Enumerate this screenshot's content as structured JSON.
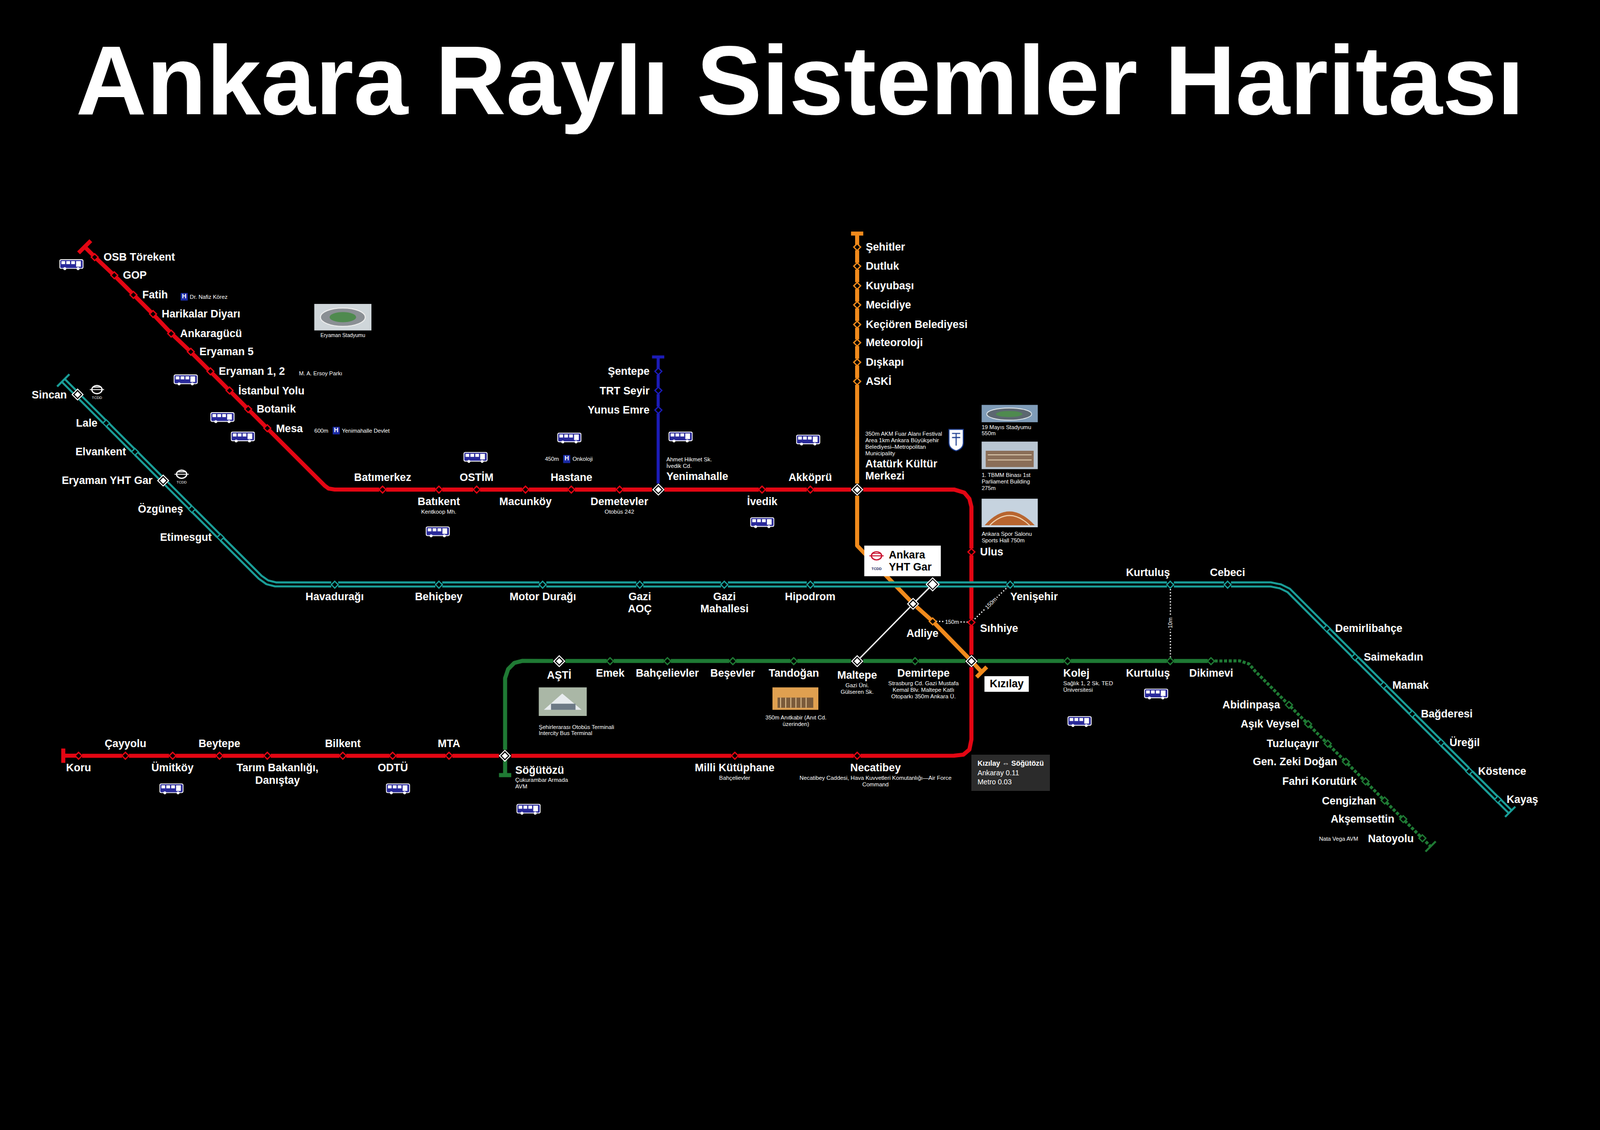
{
  "diagram": {
    "title": "Ankara Raylı Sistemler Haritası",
    "nodes": [
      {
        "text": [
          "OSB Törekent"
        ]
      },
      {
        "text": [
          "GOP"
        ]
      },
      {
        "text": [
          "Fatih"
        ]
      },
      {
        "text": [
          "Harikalar Diyarı"
        ]
      },
      {
        "text": [
          "Ankaragücü"
        ]
      },
      {
        "text": [
          "Eryaman 5"
        ]
      },
      {
        "text": [
          "Eryaman 1, 2"
        ]
      },
      {
        "text": [
          "İstanbul Yolu"
        ]
      },
      {
        "text": [
          "Botanik"
        ]
      },
      {
        "text": [
          "Mesa"
        ]
      },
      {
        "text": [
          "Batımerkez"
        ]
      },
      {
        "text": [
          "Batıkent",
          "Kentkoop Mh."
        ]
      },
      {
        "text": [
          "OSTİM"
        ]
      },
      {
        "text": [
          "Macunköy"
        ]
      },
      {
        "text": [
          "Hastane"
        ]
      },
      {
        "text": [
          "Demetevler",
          "Otobüs 242"
        ]
      },
      {
        "text": [
          "Yenimahalle",
          "Ahmet Hikmet Sk. İvedik Cd."
        ]
      },
      {
        "text": [
          "İvedik"
        ]
      },
      {
        "text": [
          "Akköprü"
        ]
      },
      {
        "text": [
          "Atatürk Kültür Merkezi",
          "350m AKM Fuar Alanı Festival Area 1km Ankara Büyükşehir Belediyesi–Metropolitan Municipality"
        ]
      },
      {
        "text": [
          "Ulus"
        ]
      },
      {
        "text": [
          "Sıhhiye"
        ]
      },
      {
        "text": [
          "Kızılay"
        ]
      },
      {
        "text": [
          "Necatibey",
          "Necatibey Caddesi, Hava Kuvvetleri Komutanlığı—Air Force Command"
        ]
      },
      {
        "text": [
          "Milli Kütüphane",
          "Bahçelievler"
        ]
      },
      {
        "text": [
          "Söğütözü",
          "Çukurambar Armada AVM"
        ]
      },
      {
        "text": [
          "MTA"
        ]
      },
      {
        "text": [
          "ODTÜ"
        ]
      },
      {
        "text": [
          "Bilkent"
        ]
      },
      {
        "text": [
          "Tarım Bakanlığı, Danıştay"
        ]
      },
      {
        "text": [
          "Beytepe"
        ]
      },
      {
        "text": [
          "Ümitköy"
        ]
      },
      {
        "text": [
          "Çayyolu"
        ]
      },
      {
        "text": [
          "Koru"
        ]
      },
      {
        "text": [
          "Şentepe"
        ]
      },
      {
        "text": [
          "TRT Seyir"
        ]
      },
      {
        "text": [
          "Yunus Emre"
        ]
      },
      {
        "text": [
          "Şehitler"
        ]
      },
      {
        "text": [
          "Dutluk"
        ]
      },
      {
        "text": [
          "Kuyubaşı"
        ]
      },
      {
        "text": [
          "Mecidiye"
        ]
      },
      {
        "text": [
          "Keçiören Belediyesi"
        ]
      },
      {
        "text": [
          "Meteoroloji"
        ]
      },
      {
        "text": [
          "Dışkapı"
        ]
      },
      {
        "text": [
          "ASKİ"
        ]
      },
      {
        "text": [
          "Ankara YHT Gar"
        ]
      },
      {
        "text": [
          "Adliye"
        ]
      },
      {
        "text": [
          "AŞTİ"
        ]
      },
      {
        "text": [
          "Emek"
        ]
      },
      {
        "text": [
          "Bahçelievler"
        ]
      },
      {
        "text": [
          "Beşevler"
        ]
      },
      {
        "text": [
          "Tandoğan"
        ]
      },
      {
        "text": [
          "Maltepe",
          "Gazi Üni. Gülseren Sk."
        ]
      },
      {
        "text": [
          "Demirtepe",
          "Strasburg Cd. Gazi Mustafa Kemal Blv. Maltepe Katlı Otoparkı 350m Ankara Ü."
        ]
      },
      {
        "text": [
          "Kolej",
          "Sağlık 1, 2 Sk. TED Üniversitesi"
        ]
      },
      {
        "text": [
          "Kurtuluş"
        ]
      },
      {
        "text": [
          "Dikimevi"
        ]
      },
      {
        "text": [
          "Abidinpaşa"
        ]
      },
      {
        "text": [
          "Aşık Veysel"
        ]
      },
      {
        "text": [
          "Tuzluçayır"
        ]
      },
      {
        "text": [
          "Gen. Zeki Doğan"
        ]
      },
      {
        "text": [
          "Fahri Korutürk"
        ]
      },
      {
        "text": [
          "Cengizhan"
        ]
      },
      {
        "text": [
          "Akşemsettin"
        ]
      },
      {
        "text": [
          "Natoyolu"
        ]
      },
      {
        "text": [
          "Sincan"
        ]
      },
      {
        "text": [
          "Lale"
        ]
      },
      {
        "text": [
          "Elvankent"
        ]
      },
      {
        "text": [
          "Eryaman YHT Gar"
        ]
      },
      {
        "text": [
          "Özgüneş"
        ]
      },
      {
        "text": [
          "Etimesgut"
        ]
      },
      {
        "text": [
          "Havadurağı"
        ]
      },
      {
        "text": [
          "Behiçbey"
        ]
      },
      {
        "text": [
          "Motor Durağı"
        ]
      },
      {
        "text": [
          "Gazi AOÇ"
        ]
      },
      {
        "text": [
          "Gazi Mahallesi"
        ]
      },
      {
        "text": [
          "Hipodrom"
        ]
      },
      {
        "text": [
          "Yenişehir"
        ]
      },
      {
        "text": [
          "Kurtuluş"
        ]
      },
      {
        "text": [
          "Cebeci"
        ]
      },
      {
        "text": [
          "Demirlibahçe"
        ]
      },
      {
        "text": [
          "Saimekadın"
        ]
      },
      {
        "text": [
          "Mamak"
        ]
      },
      {
        "text": [
          "Bağderesi"
        ]
      },
      {
        "text": [
          "Üreğil"
        ]
      },
      {
        "text": [
          "Köstence"
        ]
      },
      {
        "text": [
          "Kayaş"
        ]
      },
      {
        "text": [
          "Kızılay ⇔ Söğütözü",
          "Ankaray 0.11",
          "Metro 0.03"
        ]
      }
    ],
    "edges": [
      {
        "from": 0,
        "to": 1,
        "arrow": "none"
      },
      {
        "from": 1,
        "to": 2,
        "arrow": "none"
      },
      {
        "from": 2,
        "to": 3,
        "arrow": "none"
      },
      {
        "from": 3,
        "to": 4,
        "arrow": "none"
      },
      {
        "from": 4,
        "to": 5,
        "arrow": "none"
      },
      {
        "from": 5,
        "to": 6,
        "arrow": "none"
      },
      {
        "from": 6,
        "to": 7,
        "arrow": "none"
      },
      {
        "from": 7,
        "to": 8,
        "arrow": "none"
      },
      {
        "from": 8,
        "to": 9,
        "arrow": "none"
      },
      {
        "from": 9,
        "to": 10,
        "arrow": "none"
      },
      {
        "from": 10,
        "to": 11,
        "arrow": "none"
      },
      {
        "from": 11,
        "to": 12,
        "arrow": "none"
      },
      {
        "from": 12,
        "to": 13,
        "arrow": "none"
      },
      {
        "from": 13,
        "to": 14,
        "arrow": "none"
      },
      {
        "from": 14,
        "to": 15,
        "arrow": "none"
      },
      {
        "from": 15,
        "to": 16,
        "arrow": "none"
      },
      {
        "from": 16,
        "to": 17,
        "arrow": "none"
      },
      {
        "from": 17,
        "to": 18,
        "arrow": "none"
      },
      {
        "from": 18,
        "to": 19,
        "arrow": "none"
      },
      {
        "from": 19,
        "to": 20,
        "arrow": "none"
      },
      {
        "from": 20,
        "to": 21,
        "arrow": "none"
      },
      {
        "from": 21,
        "to": 22,
        "arrow": "none"
      },
      {
        "from": 22,
        "to": 23,
        "arrow": "none"
      },
      {
        "from": 23,
        "to": 24,
        "arrow": "none"
      },
      {
        "from": 24,
        "to": 25,
        "arrow": "none"
      },
      {
        "from": 25,
        "to": 26,
        "arrow": "none"
      },
      {
        "from": 26,
        "to": 27,
        "arrow": "none"
      },
      {
        "from": 27,
        "to": 28,
        "arrow": "none"
      },
      {
        "from": 28,
        "to": 29,
        "arrow": "none"
      },
      {
        "from": 29,
        "to": 30,
        "arrow": "none"
      },
      {
        "from": 30,
        "to": 31,
        "arrow": "none"
      },
      {
        "from": 31,
        "to": 32,
        "arrow": "none"
      },
      {
        "from": 32,
        "to": 33,
        "arrow": "none"
      },
      {
        "from": 34,
        "to": 35,
        "arrow": "none"
      },
      {
        "from": 35,
        "to": 36,
        "arrow": "none"
      },
      {
        "from": 36,
        "to": 16,
        "arrow": "none"
      },
      {
        "from": 37,
        "to": 38,
        "arrow": "none"
      },
      {
        "from": 38,
        "to": 39,
        "arrow": "none"
      },
      {
        "from": 39,
        "to": 40,
        "arrow": "none"
      },
      {
        "from": 40,
        "to": 41,
        "arrow": "none"
      },
      {
        "from": 41,
        "to": 42,
        "arrow": "none"
      },
      {
        "from": 42,
        "to": 43,
        "arrow": "none"
      },
      {
        "from": 43,
        "to": 44,
        "arrow": "none"
      },
      {
        "from": 44,
        "to": 19,
        "arrow": "none"
      },
      {
        "from": 19,
        "to": 45,
        "arrow": "none"
      },
      {
        "from": 45,
        "to": 46,
        "arrow": "none"
      },
      {
        "from": 46,
        "to": 22,
        "arrow": "none"
      },
      {
        "from": 25,
        "to": 47,
        "arrow": "none"
      },
      {
        "from": 47,
        "to": 48,
        "arrow": "none"
      },
      {
        "from": 48,
        "to": 49,
        "arrow": "none"
      },
      {
        "from": 49,
        "to": 50,
        "arrow": "none"
      },
      {
        "from": 50,
        "to": 51,
        "arrow": "none"
      },
      {
        "from": 51,
        "to": 52,
        "arrow": "none"
      },
      {
        "from": 52,
        "to": 53,
        "arrow": "none"
      },
      {
        "from": 53,
        "to": 22,
        "arrow": "none"
      },
      {
        "from": 22,
        "to": 54,
        "arrow": "none"
      },
      {
        "from": 54,
        "to": 55,
        "arrow": "none"
      },
      {
        "from": 55,
        "to": 56,
        "arrow": "none"
      },
      {
        "from": 56,
        "to": 57,
        "arrow": "none"
      },
      {
        "from": 57,
        "to": 58,
        "arrow": "none"
      },
      {
        "from": 58,
        "to": 59,
        "arrow": "none"
      },
      {
        "from": 59,
        "to": 60,
        "arrow": "none"
      },
      {
        "from": 60,
        "to": 61,
        "arrow": "none"
      },
      {
        "from": 61,
        "to": 62,
        "arrow": "none"
      },
      {
        "from": 62,
        "to": 63,
        "arrow": "none"
      },
      {
        "from": 63,
        "to": 64,
        "arrow": "none"
      },
      {
        "from": 65,
        "to": 66,
        "arrow": "none"
      },
      {
        "from": 66,
        "to": 67,
        "arrow": "none"
      },
      {
        "from": 67,
        "to": 68,
        "arrow": "none"
      },
      {
        "from": 68,
        "to": 69,
        "arrow": "none"
      },
      {
        "from": 69,
        "to": 70,
        "arrow": "none"
      },
      {
        "from": 70,
        "to": 71,
        "arrow": "none"
      },
      {
        "from": 71,
        "to": 72,
        "arrow": "none"
      },
      {
        "from": 72,
        "to": 73,
        "arrow": "none"
      },
      {
        "from": 73,
        "to": 74,
        "arrow": "none"
      },
      {
        "from": 74,
        "to": 75,
        "arrow": "none"
      },
      {
        "from": 75,
        "to": 76,
        "arrow": "none"
      },
      {
        "from": 76,
        "to": 77,
        "arrow": "none"
      },
      {
        "from": 77,
        "to": 78,
        "arrow": "none"
      },
      {
        "from": 78,
        "to": 79,
        "arrow": "none"
      },
      {
        "from": 79,
        "to": 80,
        "arrow": "none"
      },
      {
        "from": 80,
        "to": 81,
        "arrow": "none"
      },
      {
        "from": 81,
        "to": 82,
        "arrow": "none"
      },
      {
        "from": 82,
        "to": 83,
        "arrow": "none"
      },
      {
        "from": 83,
        "to": 84,
        "arrow": "none"
      },
      {
        "from": 84,
        "to": 85,
        "arrow": "none"
      },
      {
        "from": 85,
        "to": 86,
        "arrow": "none"
      },
      {
        "from": 52,
        "to": 45,
        "arrow": "none"
      },
      {
        "from": 46,
        "to": 21,
        "label": "150m",
        "arrow": "none"
      },
      {
        "from": 77,
        "to": 21,
        "label": "150m",
        "arrow": "none"
      },
      {
        "from": 55,
        "to": 78,
        "label": "10m",
        "arrow": "none"
      }
    ],
    "labels": [
      "H",
      "Dr. Nafiz Körez",
      "M. A. Ersoy Parkı",
      "600m",
      "H",
      "Yenimahalle Devlet",
      "450m",
      "H",
      "Onkoloji",
      "Eryaman Stadyumu",
      "19 Mayıs Stadyumu 550m",
      "1. TBMM Binası 1st Parliament Building 275m",
      "Ankara Spor Salonu Sports Hall 750m",
      "350m Anıtkabir (Anıt Cd. üzerinden)",
      "Şehirlerarası Otobüs Terminali Intercity Bus Terminal",
      "Nata Vega AVM",
      "TCDD",
      "TCDD",
      "TCDD"
    ]
  }
}
